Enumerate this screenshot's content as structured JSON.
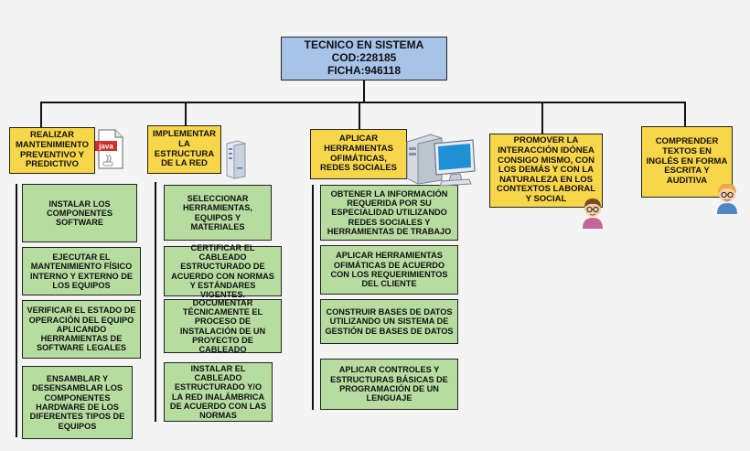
{
  "root": {
    "line1": "TECNICO EN SISTEMA",
    "line2": "COD:228185",
    "line3": "FICHA:946118"
  },
  "icons": {
    "java_label": "java"
  },
  "branches": [
    {
      "title": "REALIZAR MANTENIMIENTO PREVENTIVO Y PREDICTIVO",
      "items": [
        "INSTALAR LOS COMPONENTES SOFTWARE",
        "EJECUTAR EL MANTENIMIENTO FÍSICO INTERNO Y EXTERNO DE LOS EQUIPOS",
        "VERIFICAR EL ESTADO DE OPERACIÓN DEL EQUIPO APLICANDO HERRAMIENTAS DE SOFTWARE LEGALES",
        "ENSAMBLAR Y DESENSAMBLAR LOS COMPONENTES HARDWARE DE LOS DIFERENTES TIPOS DE EQUIPOS"
      ]
    },
    {
      "title": "IMPLEMENTAR LA ESTRUCTURA DE LA RED",
      "items": [
        "SELECCIONAR HERRAMIENTAS, EQUIPOS Y MATERIALES",
        "CERTIFICAR EL CABLEADO ESTRUCTURADO DE ACUERDO CON NORMAS Y ESTÁNDARES VIGENTES.",
        "DOCUMENTAR TÉCNICAMENTE EL PROCESO DE INSTALACIÓN DE UN PROYECTO DE CABLEADO",
        "INSTALAR EL CABLEADO ESTRUCTURADO Y/O LA RED INALÁMBRICA DE ACUERDO CON LAS NORMAS"
      ]
    },
    {
      "title": "APLICAR HERRAMIENTAS OFIMÁTICAS, REDES SOCIALES",
      "items": [
        "OBTENER LA INFORMACIÓN REQUERIDA POR SU ESPECIALIDAD UTILIZANDO REDES SOCIALES Y HERRAMIENTAS DE TRABAJO",
        "APLICAR HERRAMIENTAS OFIMÁTICAS DE ACUERDO CON LOS REQUERIMIENTOS DEL CLIENTE",
        "CONSTRUIR BASES DE DATOS UTILIZANDO UN SISTEMA DE GESTIÓN DE BASES DE DATOS",
        "APLICAR CONTROLES Y ESTRUCTURAS BÁSICAS DE PROGRAMACIÓN DE UN LENGUAJE"
      ]
    },
    {
      "title": "PROMOVER LA INTERACCIÓN IDÓNEA CONSIGO MISMO, CON LOS DEMÁS Y CON LA NATURALEZA EN LOS CONTEXTOS LABORAL Y SOCIAL",
      "items": []
    },
    {
      "title": "COMPRENDER TEXTOS EN INGLÉS EN FORMA ESCRITA Y AUDITIVA",
      "items": []
    }
  ]
}
